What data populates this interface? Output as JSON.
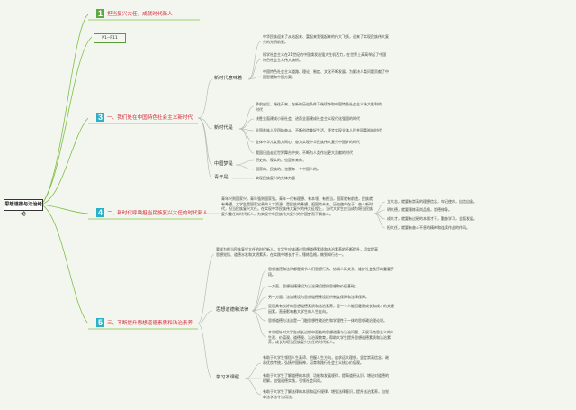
{
  "root": "思想道德与法治绪论",
  "s1": {
    "num": "1",
    "title": "担当复兴大任，成就时代新人",
    "note": "P1--P11"
  },
  "s3": {
    "num": "3",
    "title": "一、我们处在中国特色社会主义新时代",
    "b1": {
      "label": "新时代意味着",
      "items": [
        "中华民族迎来了从站起来、富起来到强起来的伟大飞跃，迎来了实现民族伟大复兴的光明前景。",
        "科学社会主义在21世纪的中国焕发出强大生机活力，在世界上高高举起了中国特色社会主义伟大旗帜。",
        "中国特色社会主义道路、理论、制度、文化不断发展，为解决人类问题贡献了中国智慧和中国方案。"
      ]
    },
    "b2": {
      "label": "新时代是",
      "items": [
        "承前启后、继往开来、在新的历史条件下继续夺取中国特色社会主义伟大胜利的时代",
        "决胜全面建成小康社会、进而全面建成社会主义现代化强国的时代",
        "全国各族人民团结奋斗、不断创造美好生活、逐步实现全体人民共同富裕的时代",
        "全体中华儿女勠力同心、奋力实现中华民族伟大复兴中国梦的时代",
        "我国日益走近世界舞台中央、不断为人类作出更大贡献的时代"
      ]
    },
    "b3": {
      "label": "中国梦是",
      "items": [
        "历史的、现实的、也是未来的；",
        "国家的、民族的、也是每一个中国人的。"
      ]
    },
    "b4": {
      "label": "青年是",
      "items": [
        "实现民族复兴的先锋力量"
      ]
    }
  },
  "s4": {
    "num": "4",
    "title": "二、新时代呼唤担当民族复兴大任的时代新人",
    "body": "青年兴则国家兴，青年强则国家强。青年一代有理想、有本领、有担当，国家就有前途，民族就有希望。大学生是国家宝贵的人才资源，是民族的希望、祖国的未来。历史使命在于：奋斗新时代，担当民族复兴大任。在实现中华民族伟大复兴的伟大征程上，当代大学生应当成为堪当民族复兴重任的时代新人，为实现中华民族伟大复兴的中国梦而不懈奋斗。",
    "items": [
      "立大志，就要有崇高的理想信念，牢记使命，自信自励。",
      "明大德，就要锤炼高尚品格，崇德修身。",
      "成大才，就要有过硬的本领才干，勤奋学习，全面发展。",
      "担大任，就要有奋斗不息的精神和连续作战的作风。"
    ]
  },
  "s5": {
    "num": "5",
    "title": "三、不断提升思想道德素质和法治素养",
    "intro": "要成为担当民族复兴大任的时代新人，大学生应该通过思想道德素质和法治素养的不断提升，切实提高思想觉悟、道德水准和文明素养，在实践中增长才干，锤炼品格，做到知行合一。",
    "b1": {
      "label": "思想道德和法律",
      "items": [
        "思想道德和法律都是调节人们思想行为、协调人际关系、维护社会秩序的重要手段。",
        "一方面，思想道德建设为法治建设提供思想和价值基础；",
        "另一方面，法治建设为思想道德建设提供制度保障和法律保障。",
        "是否具有良好的思想道德素质和法治素养，是一个人能否健康成长和成才的关键因素，直接影响着大学生的人生走向。",
        "思想道德与法治是一门融思想性政治性和学理性于一体的思想政治理论课。",
        "本课程针对大学生成长过程中面临的思想道德与法治问题，开展马克思主义的人生观、价值观、道德观、法治观教育，帮助大学生提升思想道德素质和法治素养，成长为堪当民族复兴大任的时代新人。"
      ]
    },
    "b2": {
      "label": "学习本课程",
      "items": [
        "有助于大学生领悟人生真谛、把握人生方向，追求远大理想，坚定崇高信念，继承优良传统，弘扬中国精神，培育和践行社会主义核心价值观。",
        "有助于大学生了解道德的本质、功能和发展规律，提高道德认识，增进对道德的理解，加强道德实践，引领社会风尚。",
        "有助于大学生了解法律的本质和运行规律，增强法律意识，提升法治素养，自觉尊法学法守法用法。"
      ]
    }
  }
}
